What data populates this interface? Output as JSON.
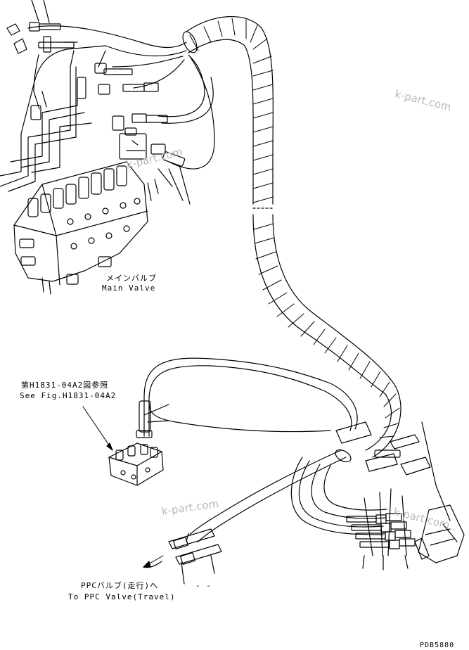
{
  "labels": {
    "main_valve_jp": "メインバルブ",
    "main_valve_en": "Main Valve",
    "see_fig_jp": "第H1831-04A2図参照",
    "see_fig_en": "See Fig.H1831-04A2",
    "ppc_valve_jp": "PPCバルブ(走行)へ",
    "ppc_valve_en": "To PPC Valve(Travel)",
    "drawing_code": "PDB5880"
  },
  "watermarks": [
    "k-part.com",
    "k-part.com",
    "k-part.com",
    "k-part.com"
  ],
  "colors": {
    "line": "#000000",
    "watermark": "#b8b8b8",
    "background": "#ffffff"
  }
}
